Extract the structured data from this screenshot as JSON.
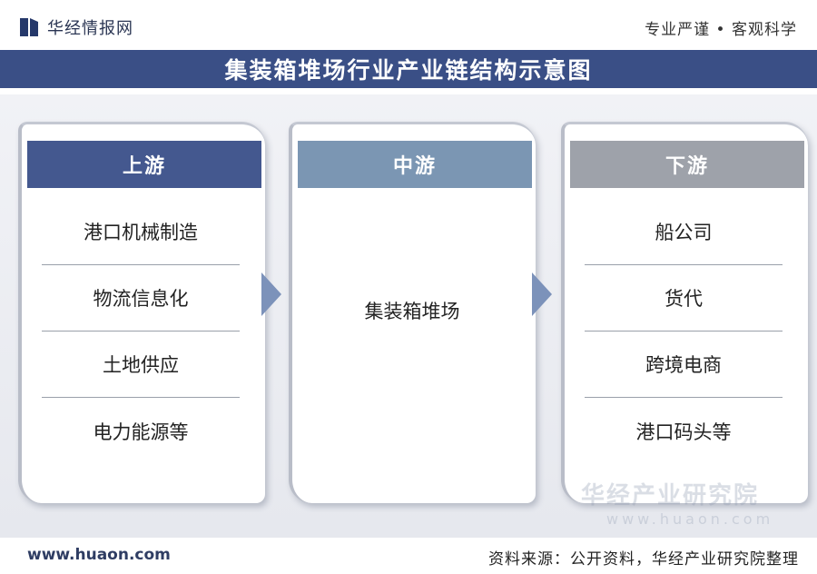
{
  "header": {
    "logo_text": "华经情报网",
    "slogan": "专业严谨 • 客观科学"
  },
  "title": "集装箱堆场行业产业链结构示意图",
  "columns": {
    "upstream": {
      "label": "上游",
      "items": [
        "港口机械制造",
        "物流信息化",
        "土地供应",
        "电力能源等"
      ]
    },
    "midstream": {
      "label": "中游",
      "items": [
        "集装箱堆场"
      ]
    },
    "downstream": {
      "label": "下游",
      "items": [
        "船公司",
        "货代",
        "跨境电商",
        "港口码头等"
      ]
    }
  },
  "watermark": {
    "name": "华经产业研究院",
    "url": "www.huaon.com"
  },
  "footer": {
    "url": "www.huaon.com",
    "source": "资料来源：公开资料，华经产业研究院整理"
  },
  "colors": {
    "title_bar": "#3a4f86",
    "upstream_header": "#44588f",
    "midstream_header": "#7b96b3",
    "downstream_header": "#9ea2aa",
    "arrow": "#7c92ba"
  },
  "icons": [
    "huajing-logo-icon",
    "right-arrow-icon"
  ]
}
